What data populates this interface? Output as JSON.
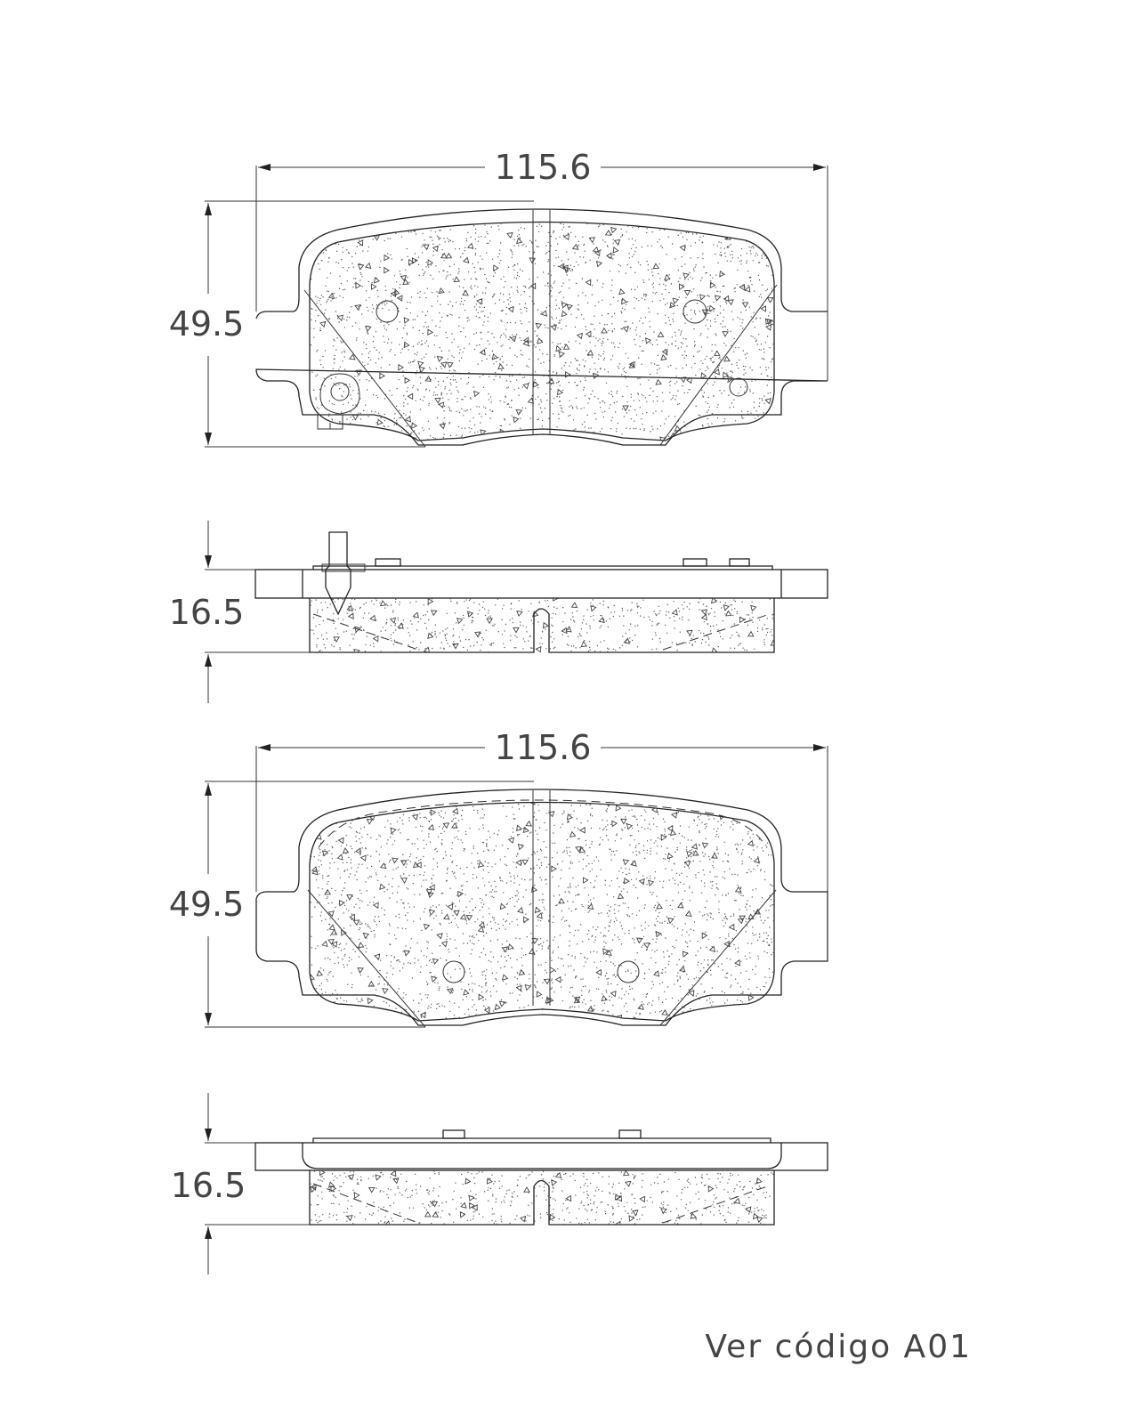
{
  "drawing": {
    "views": [
      {
        "name": "face-view-1",
        "width_label": "115.6",
        "height_label": "49.5"
      },
      {
        "name": "side-view-1",
        "thickness_label": "16.5"
      },
      {
        "name": "face-view-2",
        "width_label": "115.6",
        "height_label": "49.5"
      },
      {
        "name": "side-view-2",
        "thickness_label": "16.5"
      }
    ],
    "note": "Ver  código  A01"
  }
}
